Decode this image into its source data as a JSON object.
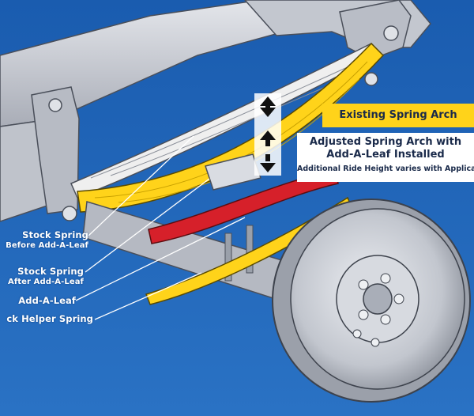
{
  "labels": {
    "existing_arch": "Existing Spring Arch",
    "adjusted_line1": "Adjusted Spring Arch with",
    "adjusted_line2": "Add-A-Leaf Installed",
    "adjusted_note": "Additional Ride Height varies with Application",
    "stock_spring_before_line1": "Stock Spring",
    "stock_spring_before_line2": "Before Add-A-Leaf",
    "stock_spring_after_line1": "Stock Spring",
    "stock_spring_after_line2": "After Add-A-Leaf",
    "add_a_leaf": "Add-A-Leaf",
    "helper_spring": "ck Helper Spring"
  },
  "colors": {
    "background": "#1f63b4",
    "frame": "#c9ccd4",
    "stock_spring_before": "#f2f2f2",
    "stock_spring_after": "#ffd31a",
    "add_a_leaf": "#d6202a",
    "helper_spring": "#ffd31a",
    "existing_arch_box": "#ffd31a",
    "adjusted_arch_box": "#ffffff"
  }
}
